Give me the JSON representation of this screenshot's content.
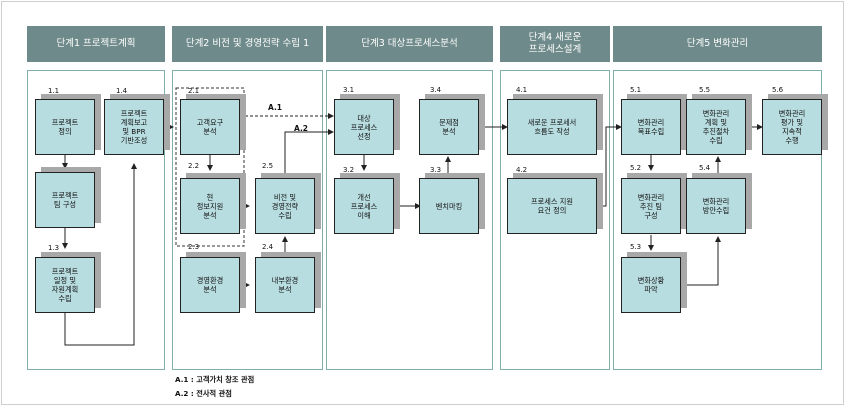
{
  "phases": [
    {
      "id": "p1",
      "title": "단계1 프로젝트계획"
    },
    {
      "id": "p2",
      "title": "단계2 비전 및 경영전략 수립 1"
    },
    {
      "id": "p3",
      "title": "단계3 대상프로세스분석"
    },
    {
      "id": "p4",
      "title": "단계4 새로운\n프로세스설계"
    },
    {
      "id": "p5",
      "title": "단계5 변화관리"
    }
  ],
  "boxes": [
    {
      "id": "b11",
      "num": "1.1",
      "label": "프로젝트\n정의"
    },
    {
      "id": "b14",
      "num": "1.4",
      "label": "프로젝트\n계획보고\n및 BPR\n기반조성"
    },
    {
      "id": "b12",
      "num": "1.2",
      "label": "프로젝트\n팀 구성"
    },
    {
      "id": "b13",
      "num": "1.3",
      "label": "프로젝트\n일정 및\n자원계획\n수립"
    },
    {
      "id": "b21",
      "num": "2.1",
      "label": "고객요구\n분석"
    },
    {
      "id": "b22",
      "num": "2.2",
      "label": "현\n정보지원\n분석"
    },
    {
      "id": "b25",
      "num": "2.5",
      "label": "비전 및\n경영전략\n수립"
    },
    {
      "id": "b23",
      "num": "2.3",
      "label": "경영환경\n분석"
    },
    {
      "id": "b24",
      "num": "2.4",
      "label": "내부환경\n분석"
    },
    {
      "id": "b31",
      "num": "3.1",
      "label": "대상\n프로세스\n선정"
    },
    {
      "id": "b34",
      "num": "3.4",
      "label": "문제점\n분석"
    },
    {
      "id": "b32",
      "num": "3.2",
      "label": "개선\n프로세스\n이해"
    },
    {
      "id": "b33",
      "num": "3.3",
      "label": "벤치마킹"
    },
    {
      "id": "b41",
      "num": "4.1",
      "label": "새로운 프로세서\n흐름도 작성"
    },
    {
      "id": "b42",
      "num": "4.2",
      "label": "프로세스 지원\n요건 정의"
    },
    {
      "id": "b51",
      "num": "5.1",
      "label": "변화관리\n목표수립"
    },
    {
      "id": "b55",
      "num": "5.5",
      "label": "변화관리\n계획 및\n추진절차\n수립"
    },
    {
      "id": "b56",
      "num": "5.6",
      "label": "변화관리\n평가 및\n지속적\n수행"
    },
    {
      "id": "b52",
      "num": "5.2",
      "label": "변화관리\n추진 팀\n구성"
    },
    {
      "id": "b54",
      "num": "5.4",
      "label": "변화관리\n방안수립"
    },
    {
      "id": "b53",
      "num": "5.3",
      "label": "변화상황\n파악"
    }
  ],
  "flow_labels": {
    "a1": "A.1",
    "a2": "A.2"
  },
  "legend": [
    "A.1 : 고객가치 창조 관점",
    "A.2 : 전사적 관점"
  ],
  "colors": {
    "header": "#6f8a8a",
    "box": "#b8dde0",
    "border": "#7fb0a8",
    "shadow": "#a8a8a8"
  }
}
